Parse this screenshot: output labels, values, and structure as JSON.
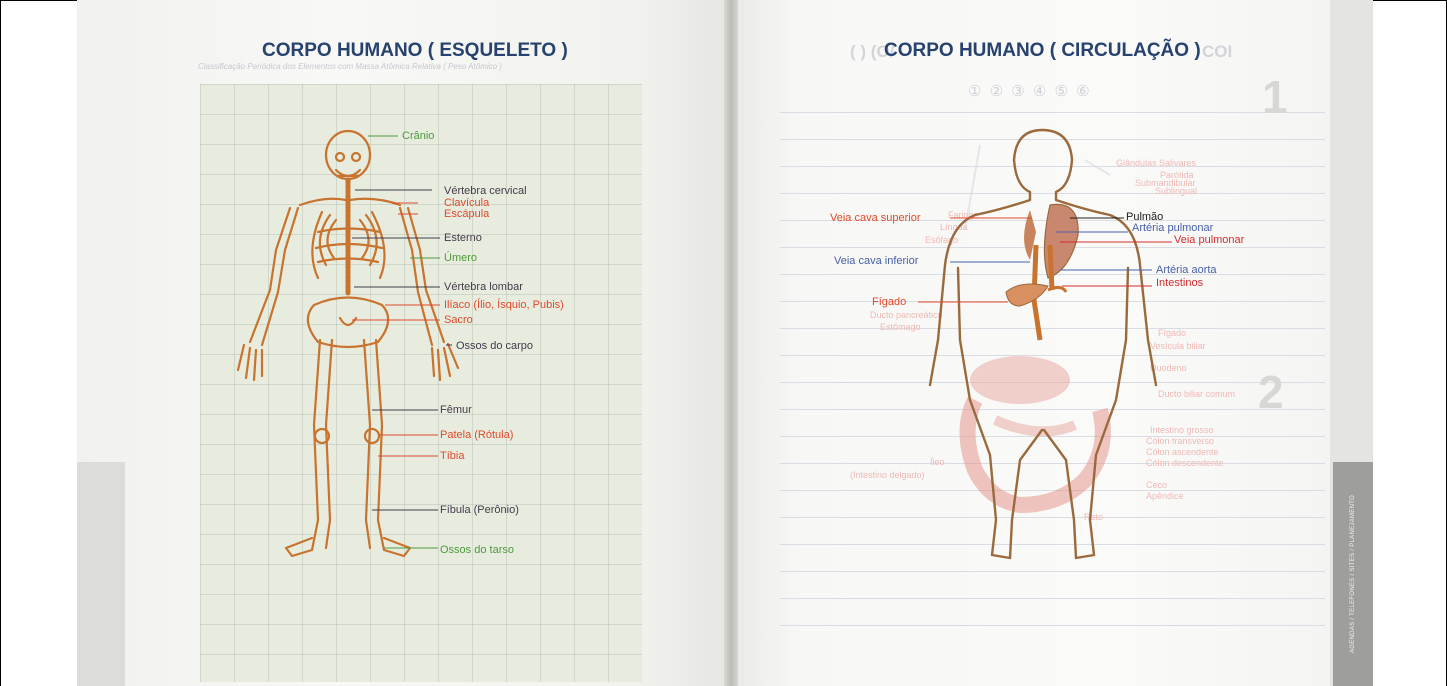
{
  "left_page": {
    "title": "CORPO HUMANO ( ESQUELETO )",
    "ghost_subtitle": "Classificação Periódica dos Elementos com Massa Atômica Relativa ( Peso Atômico )",
    "labels": [
      {
        "text": "Crânio",
        "color": "#4f9a3b"
      },
      {
        "text": "Vértebra cervical",
        "color": "#433b4a"
      },
      {
        "text": "Clavícula",
        "color": "#e04a2c"
      },
      {
        "text": "Escápula",
        "color": "#e04a2c"
      },
      {
        "text": "Esterno",
        "color": "#433b4a"
      },
      {
        "text": "Úmero",
        "color": "#4f9a3b"
      },
      {
        "text": "Vértebra lombar",
        "color": "#433b4a"
      },
      {
        "text": "Ilíaco (Ílio, Ísquio, Pubis)",
        "color": "#e04a2c"
      },
      {
        "text": "Sacro",
        "color": "#e04a2c"
      },
      {
        "text": "Ossos do carpo",
        "color": "#433b4a"
      },
      {
        "text": "Fêmur",
        "color": "#433b4a"
      },
      {
        "text": "Patela (Rótula)",
        "color": "#e04a2c"
      },
      {
        "text": "Tíbia",
        "color": "#e04a2c"
      },
      {
        "text": "Fíbula (Perônio)",
        "color": "#433b4a"
      },
      {
        "text": "Ossos do tarso",
        "color": "#4f9a3b"
      }
    ]
  },
  "right_page": {
    "title": "CORPO HUMANO ( CIRCULAÇÃO )",
    "ghost_left": "( ) (O/",
    "ghost_right": "COI",
    "ghost_circles": "① ② ③ ④ ⑤ ⑥",
    "big_numbers": [
      "1",
      "2"
    ],
    "labels": [
      {
        "text": "Veia cava superior",
        "color": "#e04a2c"
      },
      {
        "text": "Pulmão",
        "color": "#202020"
      },
      {
        "text": "Artéria pulmonar",
        "color": "#4861a8"
      },
      {
        "text": "Veia pulmonar",
        "color": "#d42d30"
      },
      {
        "text": "Veia cava inferior",
        "color": "#4861a8"
      },
      {
        "text": "Artéria aorta",
        "color": "#4861a8"
      },
      {
        "text": "Intestinos",
        "color": "#d42d30"
      },
      {
        "text": "Fígado",
        "color": "#e04a2c"
      }
    ],
    "ghost_texts": [
      "Glândulas Salivares",
      "Parótida",
      "Submandibular",
      "Sublingual",
      "Faringe",
      "Língua",
      "Esôfago",
      "Ducto pancreático",
      "Estômago",
      "Fígado",
      "Vesícula biliar",
      "Duodeno",
      "Ducto biliar comum",
      "Intestino grosso",
      "Cólon transverso",
      "Cólon ascendente",
      "Cólon descendente",
      "Íleo",
      "(Intestino delgado)",
      "Ceco",
      "Apêndice",
      "Reto"
    ],
    "thumb_tab": "AGENDAS / TELEFONES / SITES / PLANEJAMENTO"
  },
  "colors": {
    "title_blue": "#27426f",
    "bone_orange": "#c8732e",
    "outline_brown": "#9b6a3c"
  }
}
